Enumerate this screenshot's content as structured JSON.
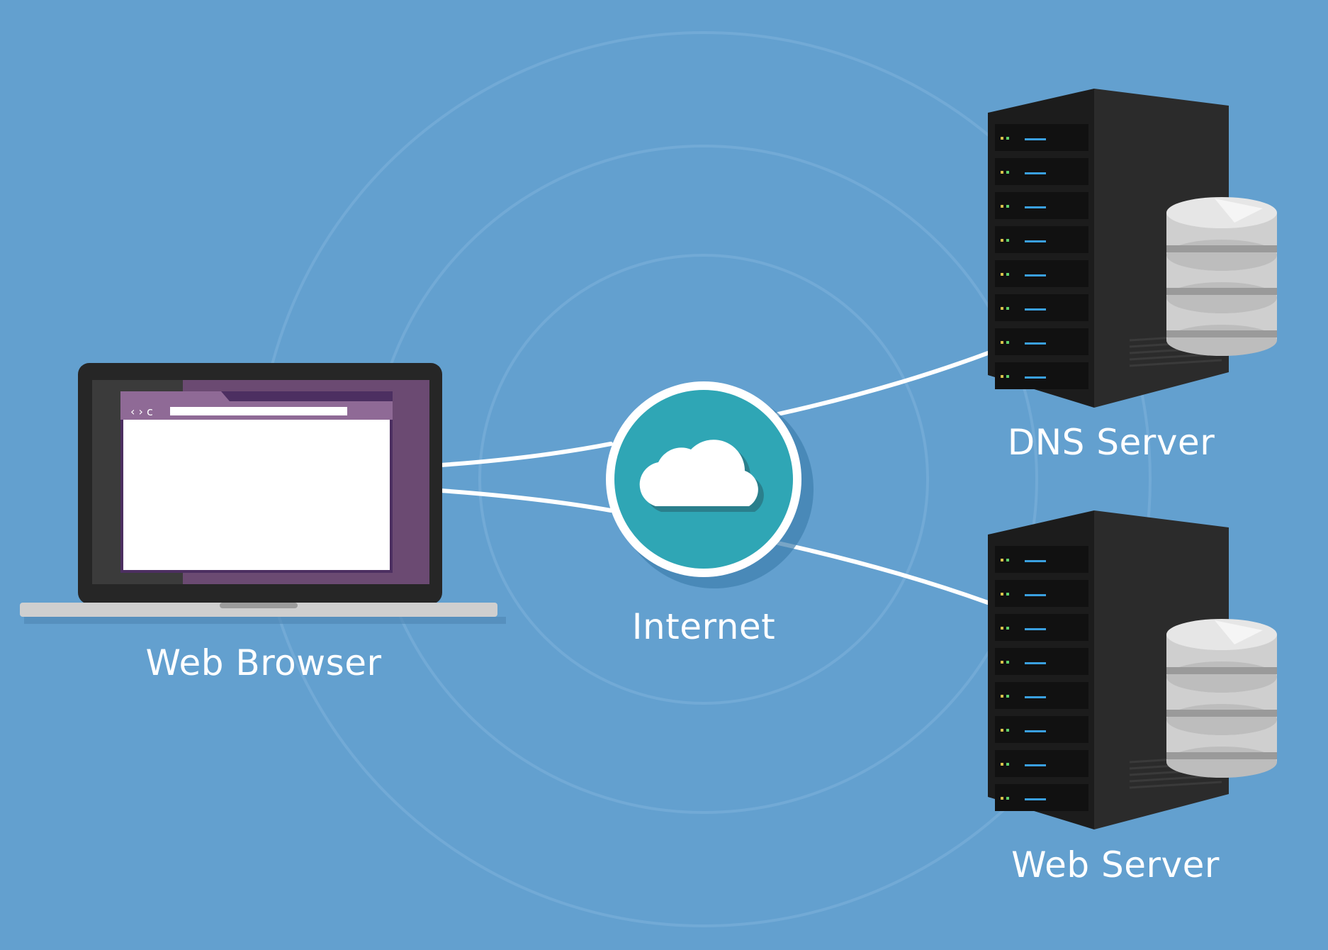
{
  "colors": {
    "background": "#63a0cf",
    "ring": "#7fb3dc",
    "link": "#ffffff",
    "cloud_circle": "#2fa6b5",
    "laptop_bezel": "#262626",
    "laptop_screen": "#6b4a72",
    "browser_bar": "#7d5585",
    "server_body": "#222222",
    "server_side": "#333333",
    "disk": "#d9d9d9"
  },
  "nodes": {
    "browser": {
      "label": "Web Browser",
      "icon": "laptop-icon"
    },
    "internet": {
      "label": "Internet",
      "icon": "cloud-icon"
    },
    "dns": {
      "label": "DNS Server",
      "icon": "server-rack-icon"
    },
    "web": {
      "label": "Web Server",
      "icon": "server-rack-icon"
    }
  },
  "browser_window": {
    "controls": "‹ › c"
  },
  "connections": [
    {
      "from": "browser",
      "to": "internet"
    },
    {
      "from": "browser",
      "to": "internet"
    },
    {
      "from": "internet",
      "to": "dns"
    },
    {
      "from": "internet",
      "to": "web"
    }
  ]
}
